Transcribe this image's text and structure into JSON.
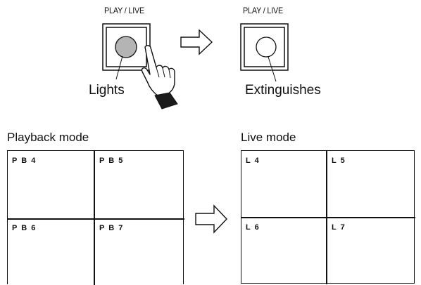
{
  "button": {
    "label_on": "PLAY / LIVE",
    "label_off": "PLAY / LIVE",
    "state_on": "Lights",
    "state_off": "Extinguishes"
  },
  "playback": {
    "title": "Playback mode",
    "cells": [
      "P B 4",
      "P B 5",
      "P B 6",
      "P B 7"
    ]
  },
  "live": {
    "title": "Live mode",
    "cells": [
      "L 4",
      "L 5",
      "L 6",
      "L 7"
    ]
  },
  "colors": {
    "lit_lamp": "#b4b4b4",
    "line": "#111111",
    "hand_cuff": "#1a1a1a"
  }
}
